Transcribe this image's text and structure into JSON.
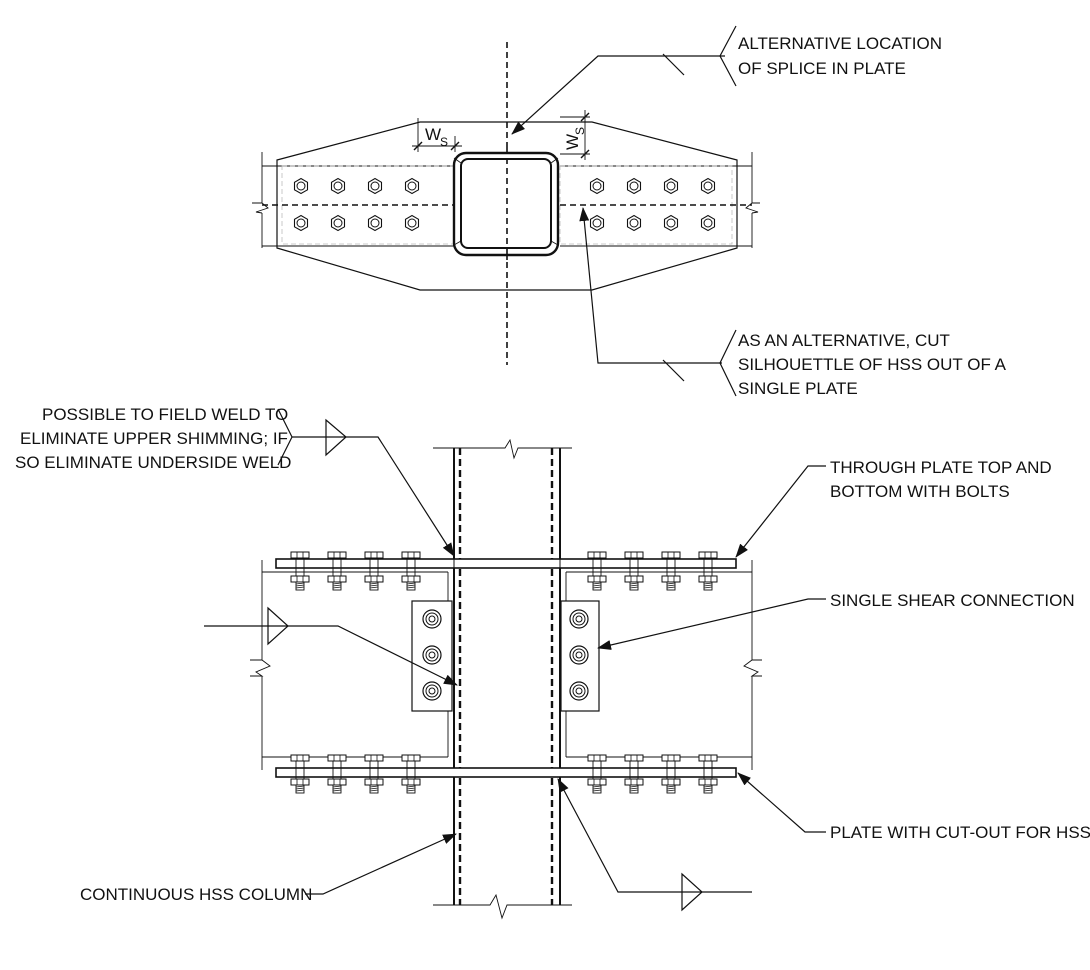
{
  "plan_view": {
    "callouts": {
      "alt_location": [
        "ALTERNATIVE LOCATION",
        "OF SPLICE IN PLATE"
      ],
      "alt_cut": [
        "AS AN ALTERNATIVE, CUT",
        "SILHOUETTLE OF HSS OUT OF A",
        "SINGLE PLATE"
      ]
    },
    "dimension_label": "W",
    "dimension_subscript": "S"
  },
  "elevation_view": {
    "callouts": {
      "field_weld": [
        "POSSIBLE TO FIELD WELD TO",
        "ELIMINATE UPPER SHIMMING; IF",
        "SO ELIMINATE UNDERSIDE WELD"
      ],
      "through_plate": [
        "THROUGH PLATE TOP AND",
        "BOTTOM  WITH BOLTS"
      ],
      "single_shear": "SINGLE SHEAR CONNECTION",
      "cut_out_plate": "PLATE WITH CUT-OUT FOR HSS",
      "hss_column": "CONTINUOUS HSS COLUMN"
    }
  }
}
